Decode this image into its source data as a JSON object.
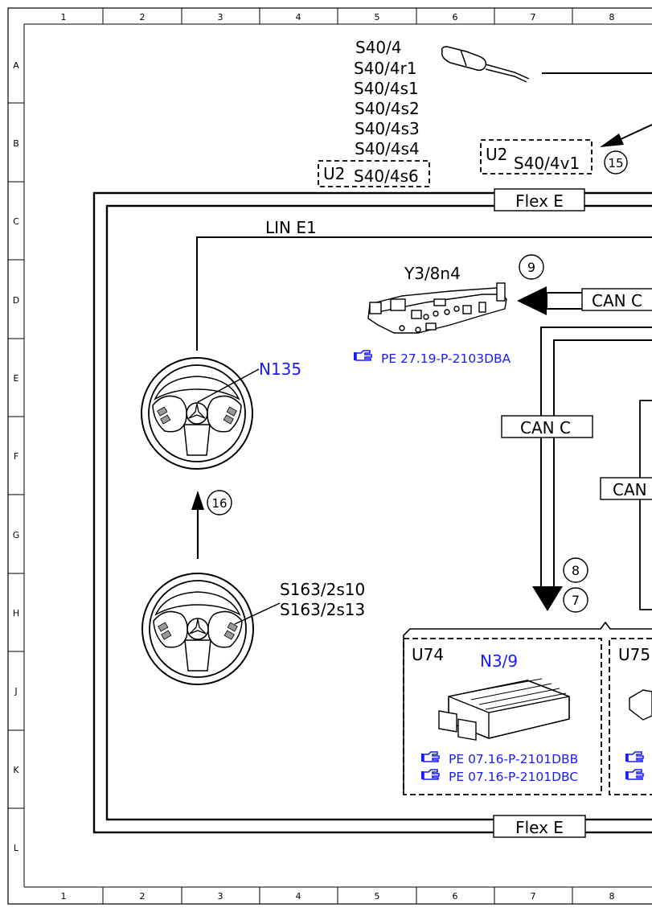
{
  "ruler": {
    "columns": [
      "1",
      "2",
      "3",
      "4",
      "5",
      "6",
      "7",
      "8"
    ],
    "rows": [
      "A",
      "B",
      "C",
      "D",
      "E",
      "F",
      "G",
      "H",
      "J",
      "K",
      "L"
    ]
  },
  "components": {
    "s40_4_group": [
      "S40/4",
      "S40/4r1",
      "S40/4s1",
      "S40/4s2",
      "S40/4s3",
      "S40/4s4",
      "S40/4s6"
    ],
    "u2_label_1": "U2",
    "u2_label_2": "U2",
    "s40_4v1": "S40/4v1",
    "y3_8n4": "Y3/8n4",
    "n135": "N135",
    "s163_2s10": "S163/2s10",
    "s163_2s13": "S163/2s13",
    "u74": "U74",
    "n3_9": "N3/9",
    "u75_partial": "U75"
  },
  "buses": {
    "flex_e_top": "Flex E",
    "flex_e_bottom": "Flex E",
    "lin_e1": "LIN E1",
    "can_c_right": "CAN C",
    "can_c_vertical": "CAN C",
    "can_partial": "CAN"
  },
  "callouts": {
    "c15": "15",
    "c9": "9",
    "c16": "16",
    "c8": "8",
    "c7": "7"
  },
  "references": {
    "y3_ref": "PE 27.19-P-2103DBA",
    "n3_ref_1": "PE 07.16-P-2101DBB",
    "n3_ref_2": "PE 07.16-P-2101DBC"
  },
  "colors": {
    "line": "#000000",
    "link_blue": "#1a1aff"
  },
  "icons": [
    "hand-pointer-icon",
    "steering-wheel-icon",
    "control-unit-icon",
    "combination-switch-icon",
    "transmission-controller-icon"
  ]
}
